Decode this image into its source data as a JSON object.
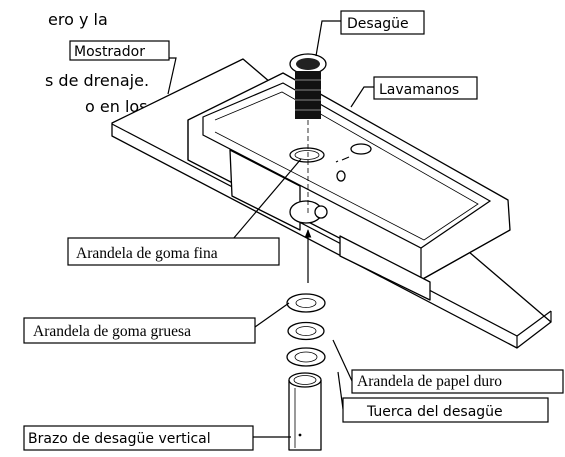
{
  "fragments": [
    "ero y la",
    "s de drenaje.",
    "o en los"
  ],
  "labels": {
    "drain": "Desagüe",
    "countertop": "Mostrador",
    "sink": "Lavamanos",
    "thin_washer": "Arandela de goma fina",
    "thick_washer": "Arandela de goma gruesa",
    "paper_washer": "Arandela de papel duro",
    "drain_nut": "Tuerca del desagüe",
    "tailpiece": "Brazo de desagüe vertical"
  }
}
